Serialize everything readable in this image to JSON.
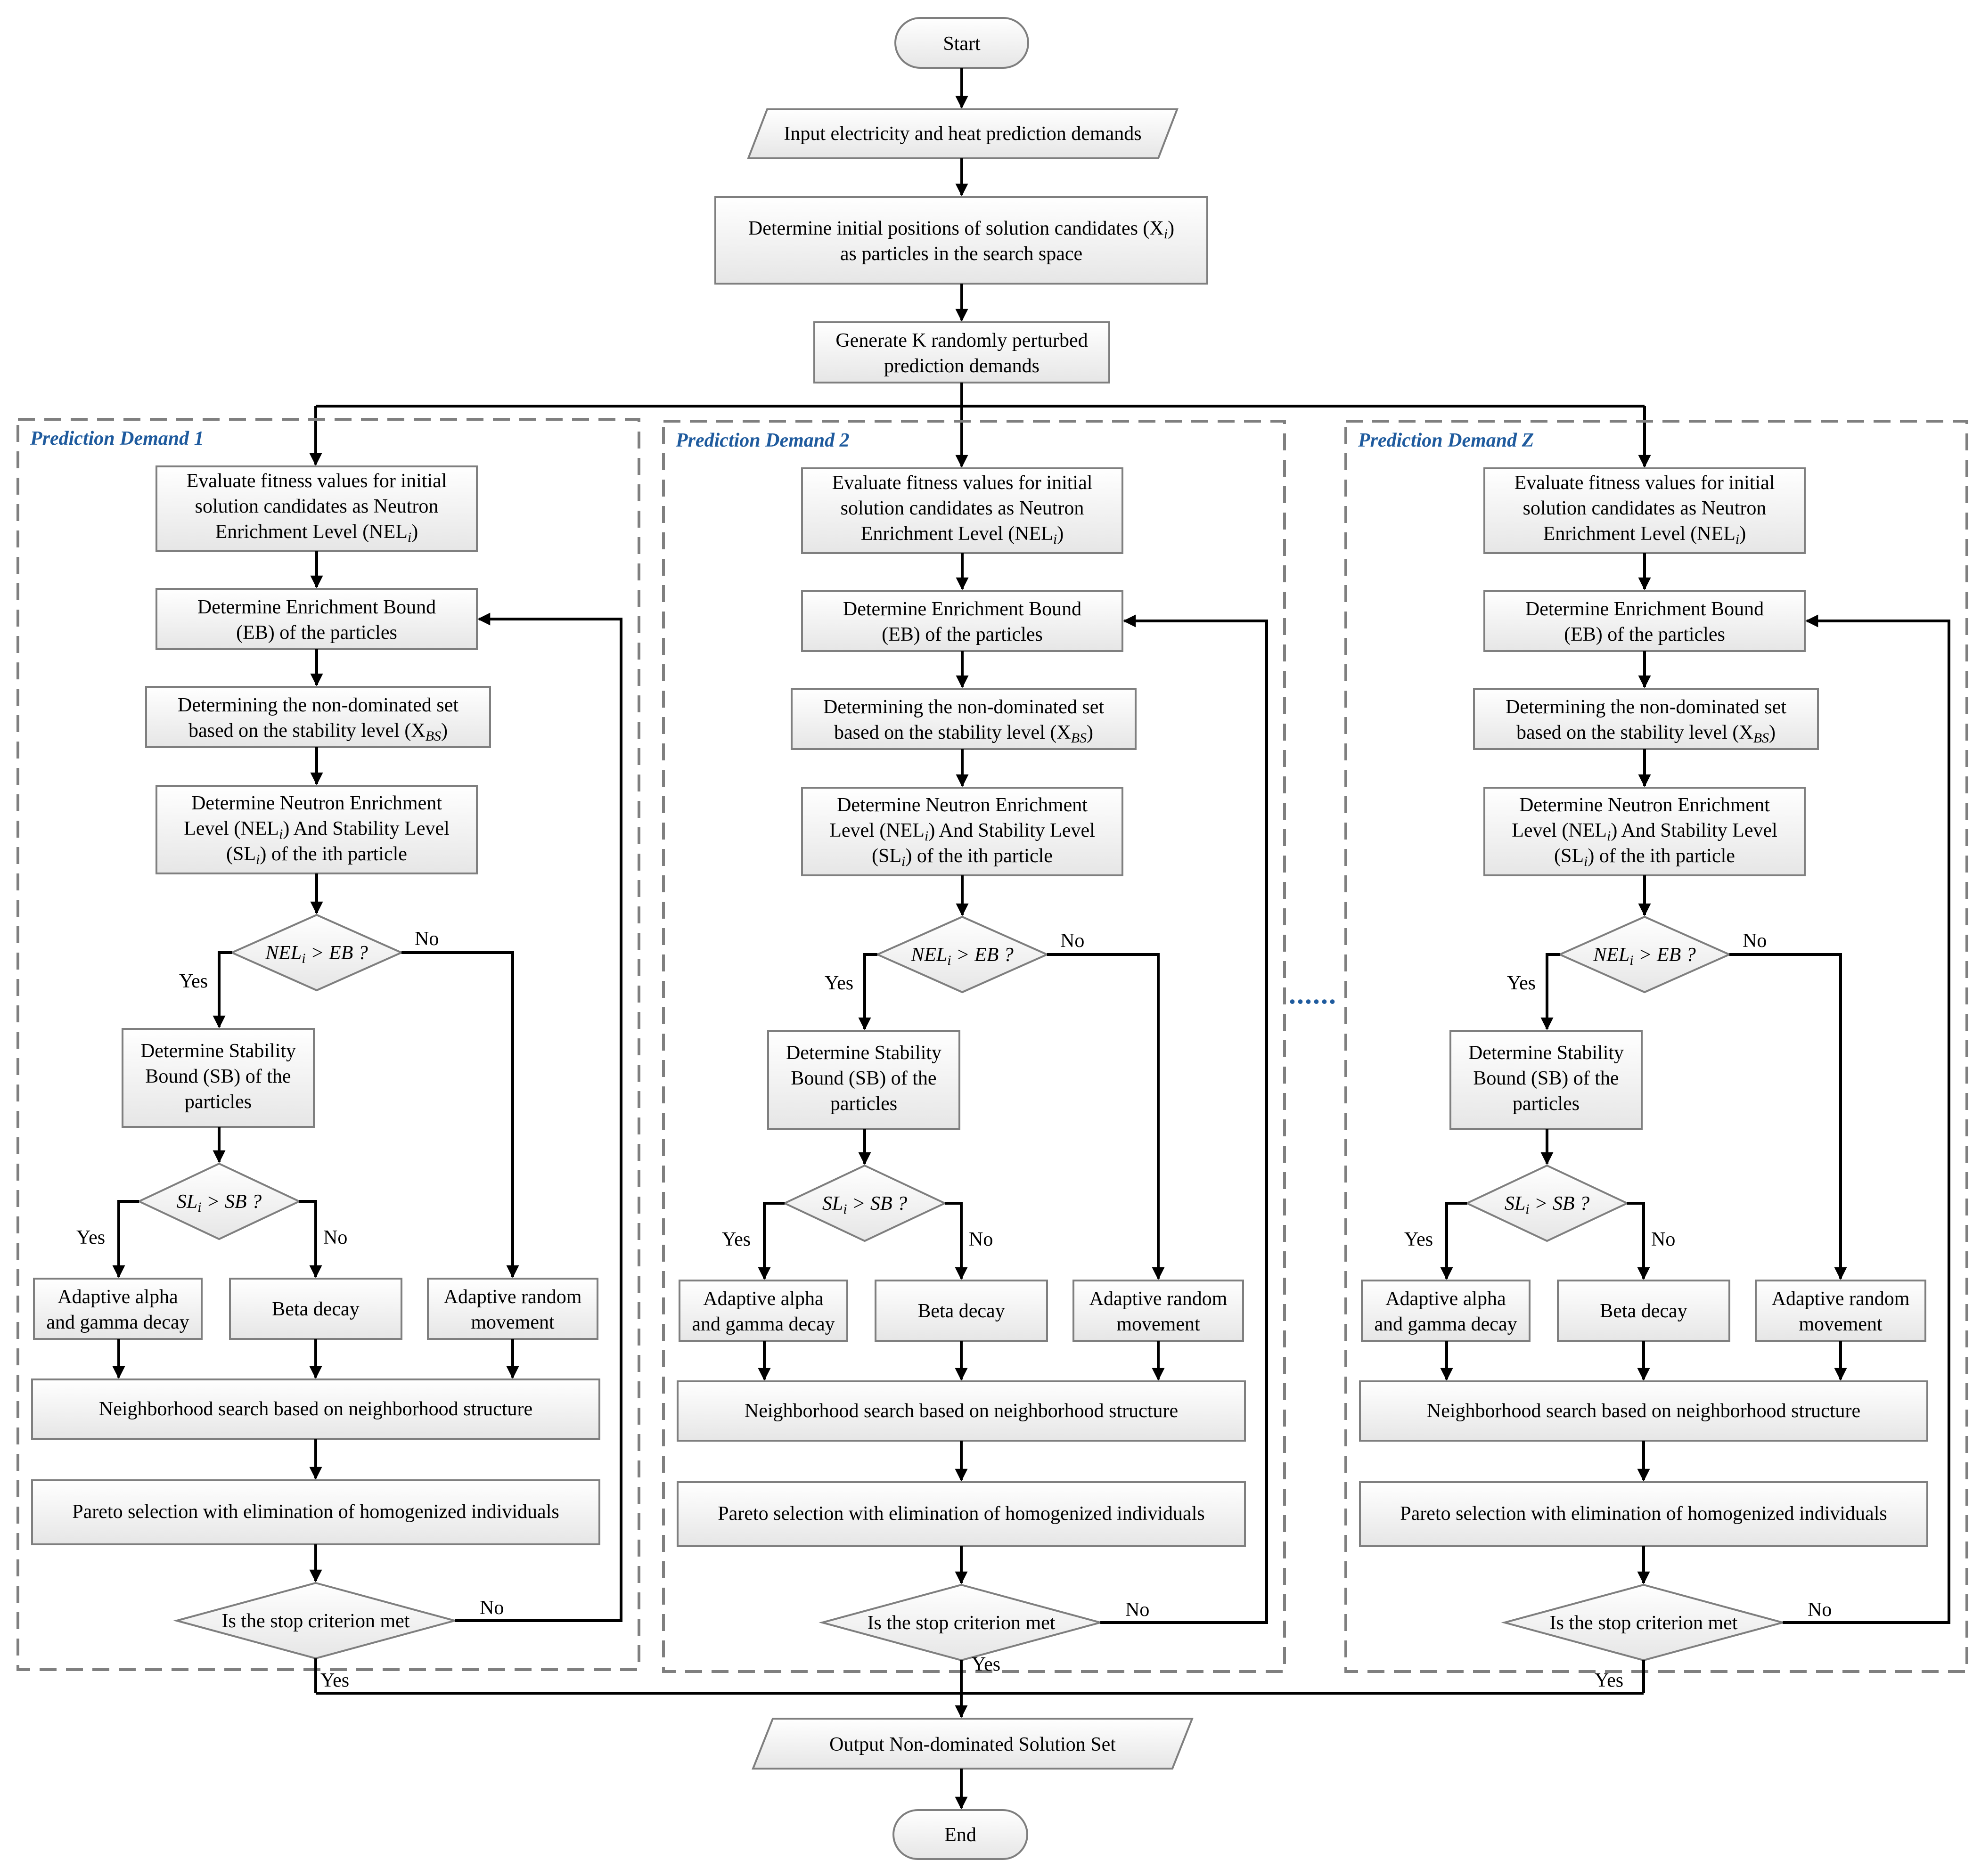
{
  "start": "Start",
  "end": "End",
  "input": "Input electricity and heat prediction demands",
  "init_line1": "Determine initial positions of solution candidates (X",
  "init_sub": "i",
  "init_close": ")",
  "init_line2": "as particles in the search space",
  "generate_line1": "Generate K randomly perturbed",
  "generate_line2": "prediction demands",
  "output": "Output Non-dominated Solution Set",
  "ellipsis": "......",
  "labels": {
    "yes": "Yes",
    "no": "No"
  },
  "panels": [
    {
      "title": "Prediction Demand 1"
    },
    {
      "title": "Prediction Demand 2"
    },
    {
      "title": "Prediction Demand Z"
    }
  ],
  "steps": {
    "eval": [
      "Evaluate fitness values for initial",
      "solution candidates as Neutron",
      "Enrichment Level (NEL",
      "i",
      ")"
    ],
    "eb": [
      "Determine Enrichment Bound",
      "(EB) of the particles"
    ],
    "nondom": [
      "Determining the non-dominated set",
      "based on the stability level (X",
      "BS",
      ")"
    ],
    "nel_sl": [
      "Determine Neutron Enrichment",
      "Level (NEL",
      "i",
      ") And Stability Level",
      "(SL",
      "i",
      ") of the ith particle"
    ],
    "d1": [
      "NEL",
      "i",
      " > EB ?"
    ],
    "sb": [
      "Determine Stability",
      "Bound (SB) of the",
      "particles"
    ],
    "d2": [
      "SL",
      "i",
      " > SB ?"
    ],
    "alpha": [
      "Adaptive alpha",
      "and gamma decay"
    ],
    "beta": "Beta decay",
    "random": [
      "Adaptive random",
      "movement"
    ],
    "neighborhood": "Neighborhood search based on neighborhood structure",
    "pareto": "Pareto selection with elimination of homogenized individuals",
    "stop": "Is the stop criterion met"
  }
}
